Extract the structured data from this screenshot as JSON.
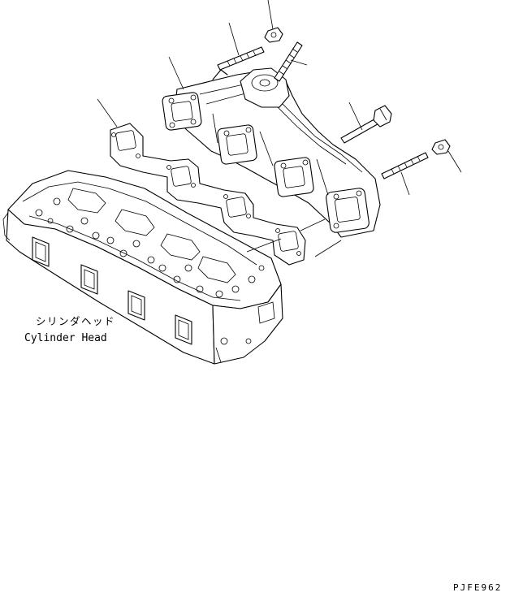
{
  "diagram": {
    "part_label_jp": "シリンダヘッド",
    "part_label_en": "Cylinder Head",
    "figure_code": "PJFE962"
  }
}
